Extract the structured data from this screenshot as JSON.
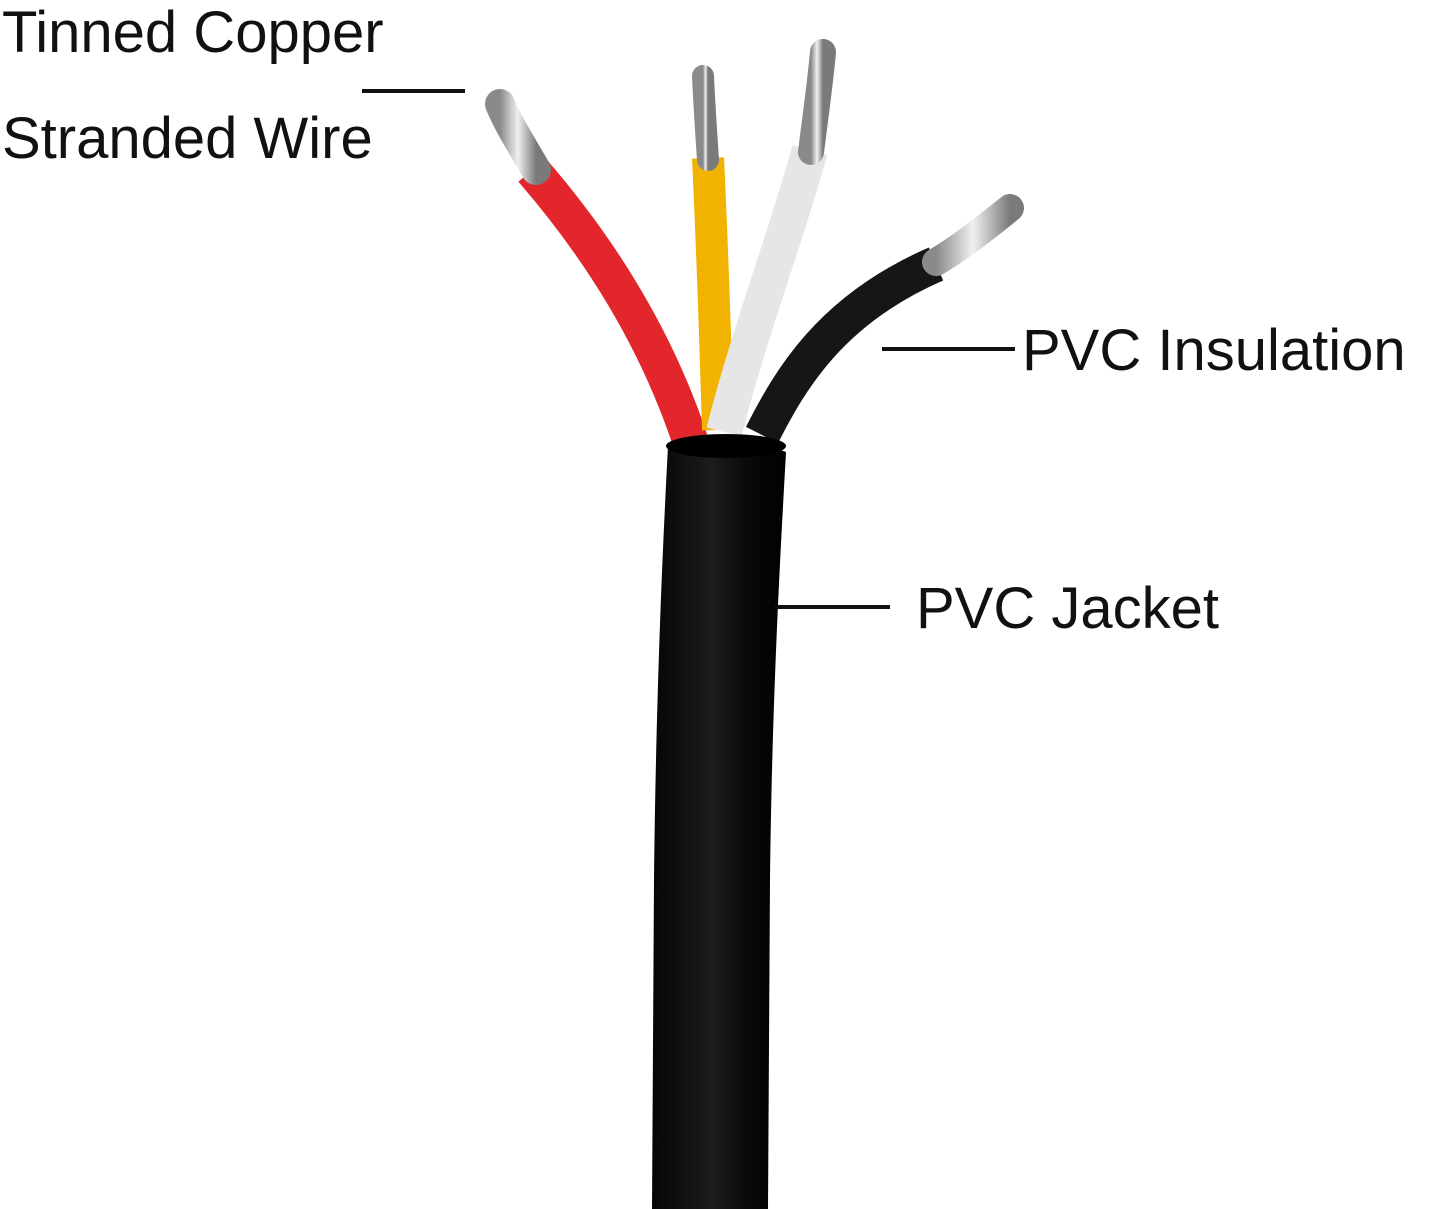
{
  "labels": {
    "tinned_copper": "Tinned Copper",
    "stranded_wire": "Stranded Wire",
    "pvc_insulation": "PVC Insulation",
    "pvc_jacket": "PVC Jacket"
  },
  "colors": {
    "background": "#ffffff",
    "text": "#111111",
    "jacket": "#0e0e0e",
    "wire_red": "#e3262b",
    "wire_yellow": "#f2b300",
    "wire_white": "#e6e6e6",
    "wire_black": "#161616",
    "conductor": "#c9c9c9"
  },
  "wires": [
    {
      "name": "red",
      "color_key": "wire_red"
    },
    {
      "name": "yellow",
      "color_key": "wire_yellow"
    },
    {
      "name": "white",
      "color_key": "wire_white"
    },
    {
      "name": "black",
      "color_key": "wire_black"
    }
  ]
}
